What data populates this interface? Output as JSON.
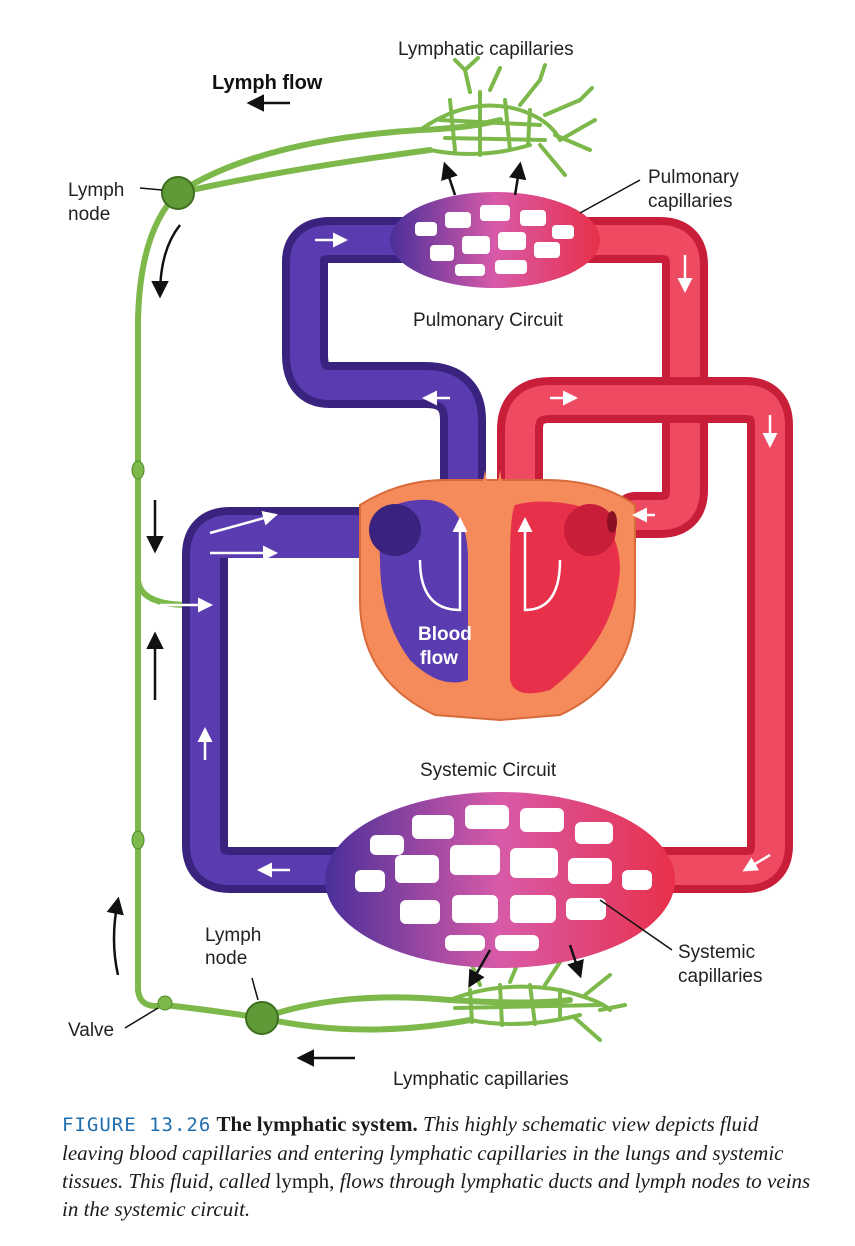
{
  "labels": {
    "lymph_flow": "Lymph flow",
    "lymphatic_capillaries_top": "Lymphatic capillaries",
    "pulmonary_capillaries_1": "Pulmonary",
    "pulmonary_capillaries_2": "capillaries",
    "lymph_node_top_1": "Lymph",
    "lymph_node_top_2": "node",
    "pulmonary_circuit": "Pulmonary Circuit",
    "blood_flow_1": "Blood",
    "blood_flow_2": "flow",
    "systemic_circuit": "Systemic Circuit",
    "lymph_node_bottom_1": "Lymph",
    "lymph_node_bottom_2": "node",
    "systemic_capillaries_1": "Systemic",
    "systemic_capillaries_2": "capillaries",
    "valve": "Valve",
    "lymphatic_capillaries_bottom": "Lymphatic capillaries"
  },
  "caption": {
    "figure_number": "FIGURE 13.26",
    "title": "The lymphatic system.",
    "text_1": "This highly schematic view depicts fluid leaving blood capillaries and entering lymphatic capillaries in the lungs and systemic tissues. This fluid, called",
    "term": "lymph,",
    "text_2": "flows through lymphatic ducts and lymph nodes to veins in the systemic circuit."
  },
  "colors": {
    "deoxygenated": "#4a2f9a",
    "oxygenated": "#e8304a",
    "capillary": "#d85aa8",
    "lymph": "#7cb84a",
    "heart_wall": "#f58a5a",
    "caption_blue": "#1f6fb0"
  }
}
